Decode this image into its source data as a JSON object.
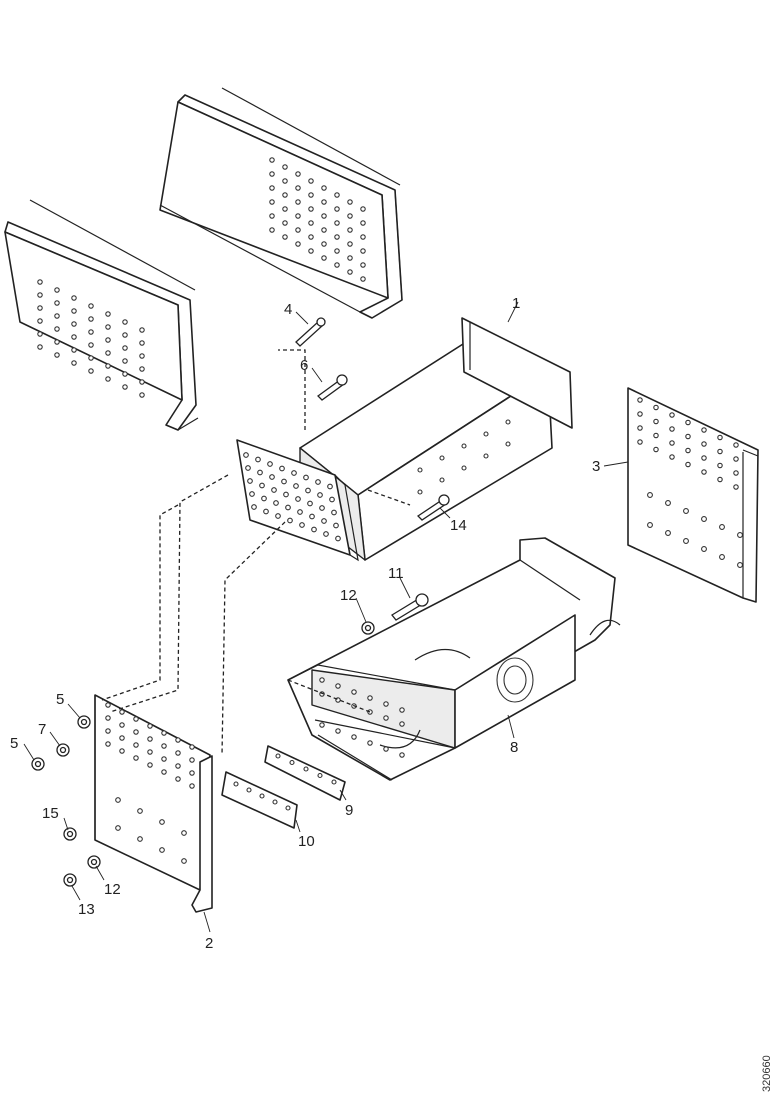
{
  "callouts": {
    "c1": "1",
    "c2": "2",
    "c3": "3",
    "c4": "4",
    "c5a": "5",
    "c5b": "5",
    "c6": "6",
    "c7": "7",
    "c8": "8",
    "c9": "9",
    "c10": "10",
    "c11": "11",
    "c12a": "12",
    "c12b": "12",
    "c13": "13",
    "c14": "14",
    "c15": "15"
  },
  "drawing_number": "320660"
}
